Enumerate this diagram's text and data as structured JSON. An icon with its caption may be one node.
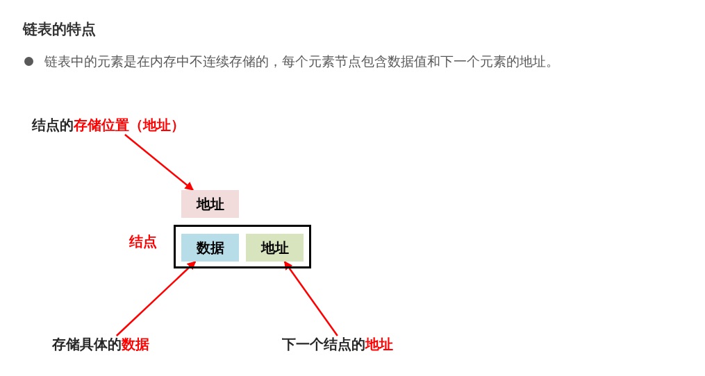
{
  "diagram": {
    "title": "链表的特点",
    "nodes": [
      {
        "text": [
          "结点的",
          "存储位置（地址）"
        ]
      },
      {
        "text": [
          "地址"
        ]
      },
      {
        "text": [
          "结点"
        ]
      },
      {
        "text": [
          "数据"
        ],
        "in": 2
      },
      {
        "text": [
          "地址"
        ],
        "in": 2
      },
      {
        "text": [
          "存储具体的",
          "数据"
        ]
      },
      {
        "text": [
          "下一个结点的",
          "地址"
        ]
      }
    ],
    "edges": [
      {
        "from": 0,
        "to": 1,
        "arrow": "to"
      },
      {
        "from": 5,
        "to": 3,
        "arrow": "to"
      },
      {
        "from": 6,
        "to": 4,
        "arrow": "to"
      }
    ],
    "labels": [
      "链表中的元素是在内存中不连续存储的，每个元素节点包含数据值和下一个元素的地址。"
    ]
  }
}
